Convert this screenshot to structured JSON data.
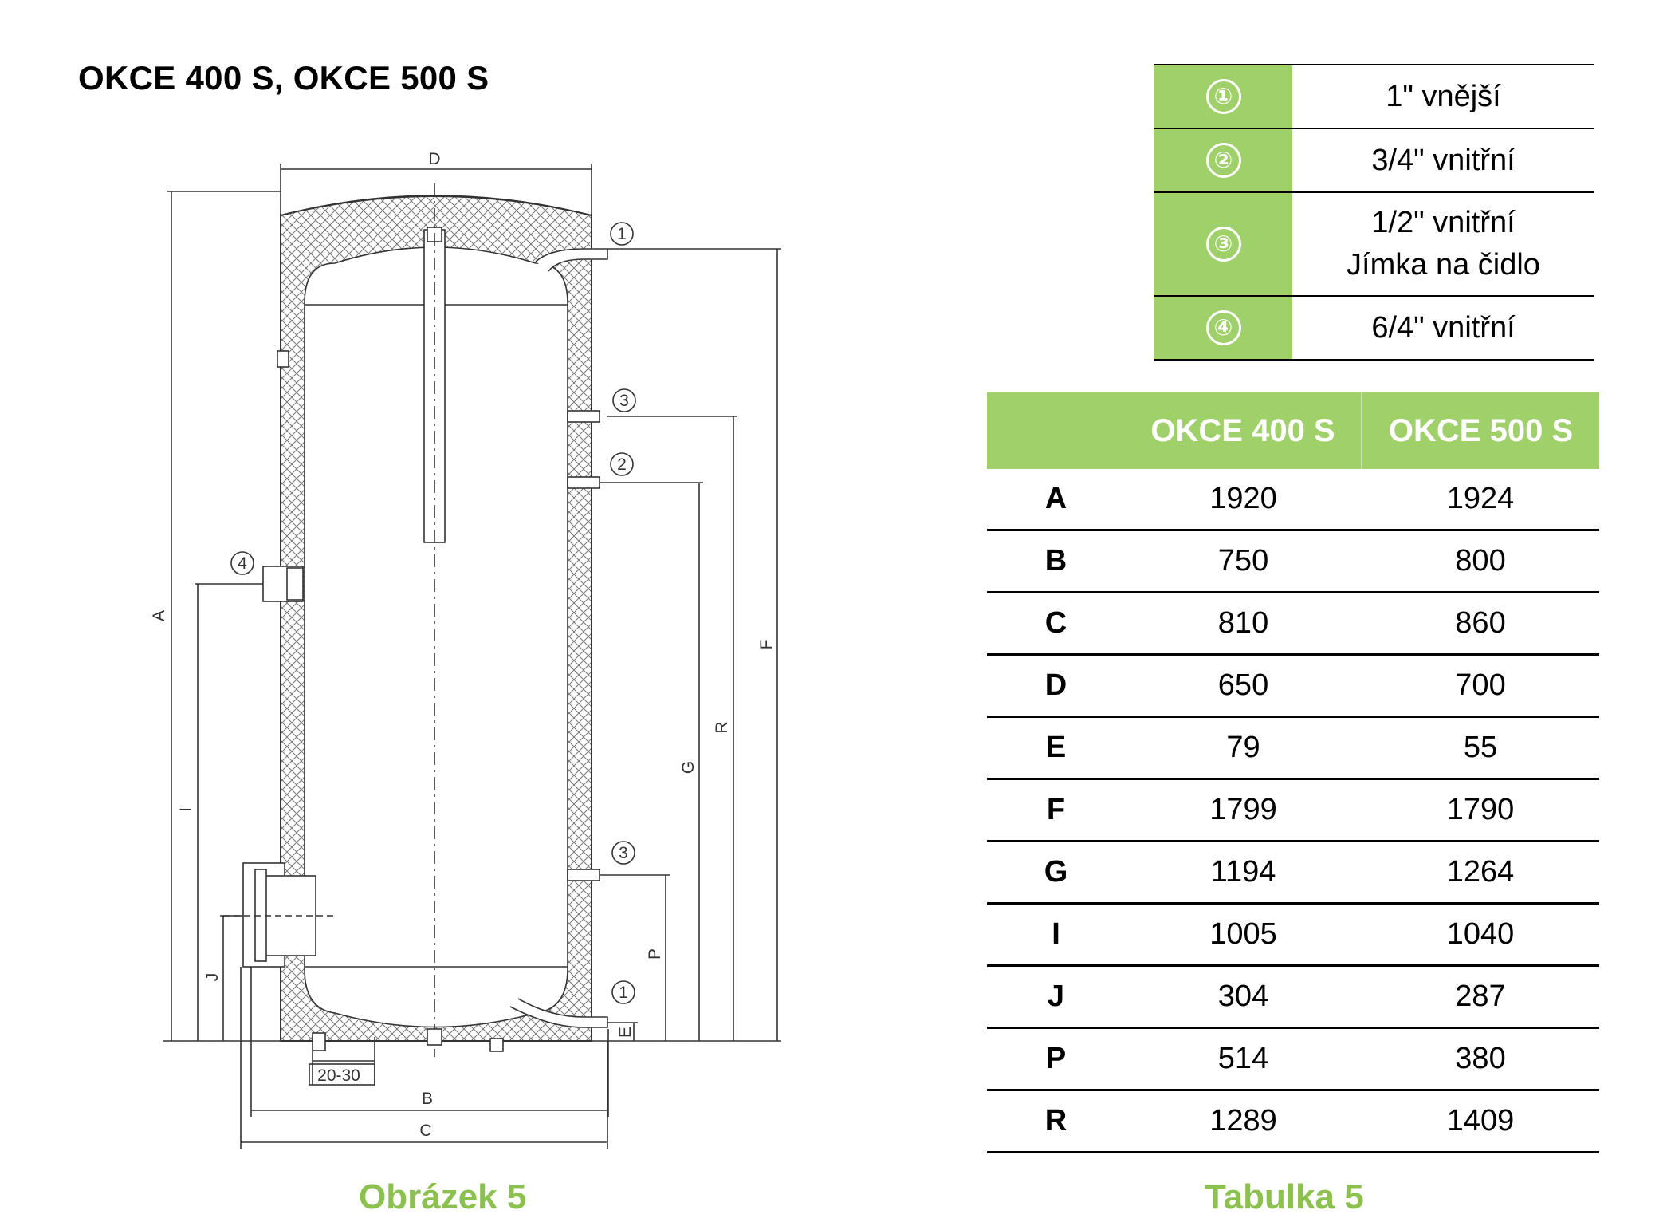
{
  "title": "OKCE 400 S, OKCE 500 S",
  "figure_caption": "Obrázek 5",
  "table_caption": "Tabulka 5",
  "drawing_labels": {
    "D": "D",
    "A": "A",
    "F": "F",
    "R": "R",
    "G": "G",
    "I": "I",
    "J": "J",
    "P": "P",
    "E": "E",
    "B": "B",
    "C": "C",
    "gap": "20-30",
    "m1": "1",
    "m2": "2",
    "m3": "3",
    "m4": "4"
  },
  "connections": [
    {
      "symbol": "①",
      "line1": "1\" vnější",
      "line2": ""
    },
    {
      "symbol": "②",
      "line1": "3/4\" vnitřní",
      "line2": ""
    },
    {
      "symbol": "③",
      "line1": "1/2\" vnitřní",
      "line2": "Jímka na čidlo"
    },
    {
      "symbol": "④",
      "line1": "6/4\" vnitřní",
      "line2": ""
    }
  ],
  "dimensions": {
    "headers": [
      "",
      "OKCE 400 S",
      "OKCE 500 S"
    ],
    "rows": [
      {
        "k": "A",
        "a": "1920",
        "b": "1924"
      },
      {
        "k": "B",
        "a": "750",
        "b": "800"
      },
      {
        "k": "C",
        "a": "810",
        "b": "860"
      },
      {
        "k": "D",
        "a": "650",
        "b": "700"
      },
      {
        "k": "E",
        "a": "79",
        "b": "55"
      },
      {
        "k": "F",
        "a": "1799",
        "b": "1790"
      },
      {
        "k": "G",
        "a": "1194",
        "b": "1264"
      },
      {
        "k": "I",
        "a": "1005",
        "b": "1040"
      },
      {
        "k": "J",
        "a": "304",
        "b": "287"
      },
      {
        "k": "P",
        "a": "514",
        "b": "380"
      },
      {
        "k": "R",
        "a": "1289",
        "b": "1409"
      }
    ]
  },
  "colors": {
    "accent_green": "#9fd06a",
    "caption_green": "#8cc150"
  }
}
